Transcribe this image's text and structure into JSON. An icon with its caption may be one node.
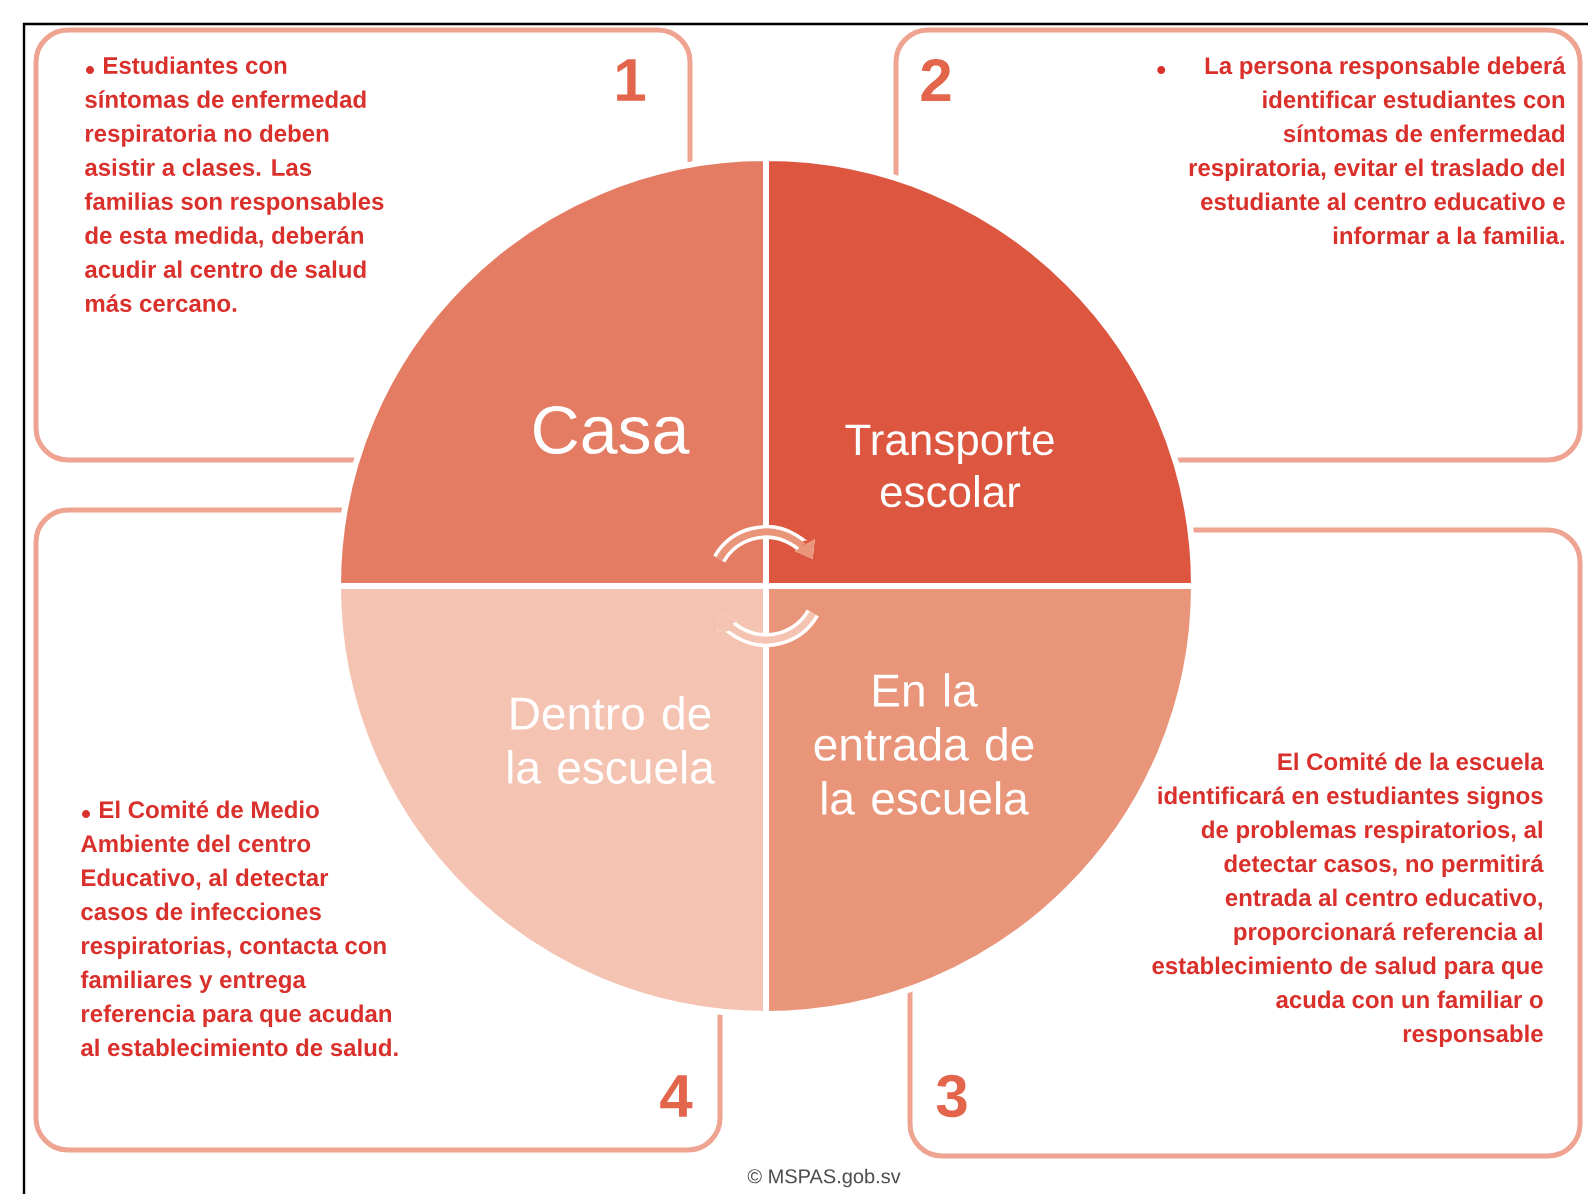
{
  "diagram": {
    "nodes": [
      {
        "text": [
          "Estudiantes con síntomas de enfermedad respiratoria no deben asistir a clases. Las familias son responsables de esta medida, deberán acudir al centro de salud más cercano.",
          "1"
        ]
      },
      {
        "text": [
          "2",
          "La persona responsable deberá identificar estudiantes con síntomas de enfermedad respiratoria, evitar el traslado del estudiante al centro educativo e informar a la familia."
        ]
      },
      {
        "text": [
          "Casa"
        ]
      },
      {
        "text": [
          "Transporte escolar"
        ]
      },
      {
        "text": [
          "Dentro de la escuela"
        ]
      },
      {
        "text": [
          "En la entrada de la escuela"
        ]
      },
      {
        "text": [
          "El Comité de Medio Ambiente del centro Educativo, al detectar casos de infecciones respiratorias, contacta con familiares y entrega referencia para que acudan al establecimiento de salud.",
          "4"
        ]
      },
      {
        "text": [
          "El Comité de la escuela identificará en estudiantes signos de problemas respiratorios, al detectar casos, no permitirá entrada al centro educativo, proporcionará referencia al establecimiento de salud para que acuda con un familiar o responsable",
          "3"
        ]
      }
    ],
    "edges": [
      {
        "from": 2,
        "to": 3,
        "arrow": "to"
      },
      {
        "from": 5,
        "to": 4,
        "arrow": "to"
      }
    ],
    "labels": [
      "© MSPAS.gob.sv"
    ]
  }
}
